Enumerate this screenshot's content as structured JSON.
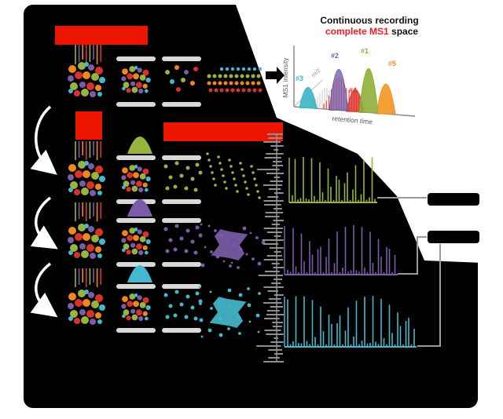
{
  "figure": {
    "inset": {
      "title_line1": "Continuous recording",
      "title_line2_highlight": "complete MS1",
      "title_line2_rest": " space",
      "y_axis_label": "MS1 intensity",
      "x_axis_label": "retention time",
      "depth_axis_label": "m/z",
      "peak_labels": {
        "p1": "#1",
        "p2": "#2",
        "p3": "#3",
        "p4": "#4",
        "p5": "#5"
      }
    }
  },
  "palette": {
    "background": "#000000",
    "panel": "#ffffff",
    "redaction_red": "#ee1500",
    "title_red": "#ed1c24",
    "green": "#96b43e",
    "orange": "#f0861d",
    "purple": "#7a5ca8",
    "red": "#d9322b",
    "teal": "#45b8cd",
    "rod_gray": "#d9d9d9",
    "spectrum_gray": "#8f8f8f",
    "connector_gray": "#9a9a9a",
    "inset_green": "#8faf3a",
    "inset_purple": "#7b5ea7",
    "inset_teal": "#3ab5c6",
    "inset_red": "#e03a2f",
    "inset_orange": "#f59320"
  },
  "chart_data": {
    "type": "area",
    "title": "Continuous recording complete MS1 space",
    "xlabel": "retention time",
    "ylabel": "MS1 intensity",
    "zlabel": "m/z",
    "series": [
      {
        "name": "#1",
        "color": "#8faf3a",
        "relative_peak_intensity": 1.0,
        "relative_retention_order": 4
      },
      {
        "name": "#2",
        "color": "#7b5ea7",
        "relative_peak_intensity": 0.9,
        "relative_retention_order": 2
      },
      {
        "name": "#3",
        "color": "#3ab5c6",
        "relative_peak_intensity": 0.45,
        "relative_retention_order": 1
      },
      {
        "name": "#4",
        "color": "#e03a2f",
        "relative_peak_intensity": 0.5,
        "relative_retention_order": 3
      },
      {
        "name": "#5",
        "color": "#f59320",
        "relative_peak_intensity": 0.65,
        "relative_retention_order": 5
      }
    ],
    "axis_numeric_labels": "none shown"
  }
}
